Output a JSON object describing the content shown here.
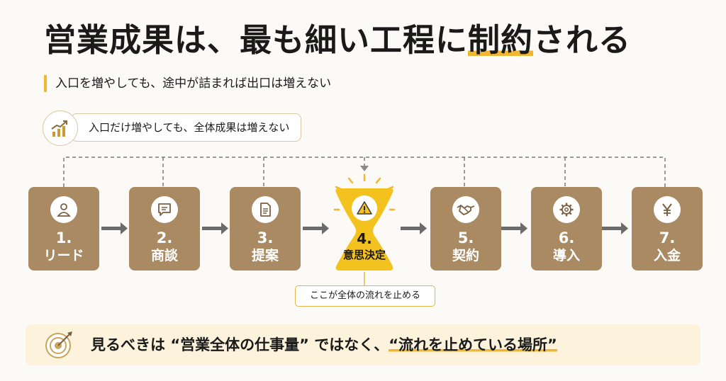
{
  "title": {
    "part1": "営業成果は、最も細い工程に",
    "highlight": "制約",
    "part2": "される"
  },
  "subtitle": "入口を増やしても、途中が詰まれば出口は増えない",
  "callout": {
    "icon": "growth-chart-icon",
    "text": "入口だけ増やしても、全体成果は増えない"
  },
  "steps": [
    {
      "num": "1.",
      "label": "リード",
      "icon": "person-icon"
    },
    {
      "num": "2.",
      "label": "商談",
      "icon": "chat-bubble-icon"
    },
    {
      "num": "3.",
      "label": "提案",
      "icon": "document-icon"
    },
    {
      "num": "4.",
      "label": "意思決定",
      "icon": "warning-icon"
    },
    {
      "num": "5.",
      "label": "契約",
      "icon": "handshake-icon"
    },
    {
      "num": "6.",
      "label": "導入",
      "icon": "gear-icon"
    },
    {
      "num": "7.",
      "label": "入金",
      "icon": "yen-icon"
    }
  ],
  "bottleneck_caption": "ここが全体の流れを止める",
  "conclusion": {
    "icon": "target-icon",
    "part1": "見るべきは",
    "quote1": "“営業全体の仕事量”",
    "middle": "ではなく、",
    "quote2": "“流れを止めている場所”"
  },
  "colors": {
    "step_box": "#a98a62",
    "accent": "#f2b632",
    "bottleneck": "#f4c21e",
    "arrow": "#6b6b6b",
    "dashed": "#7a7a7a",
    "conclusion_bg": "#fdf3dc"
  }
}
